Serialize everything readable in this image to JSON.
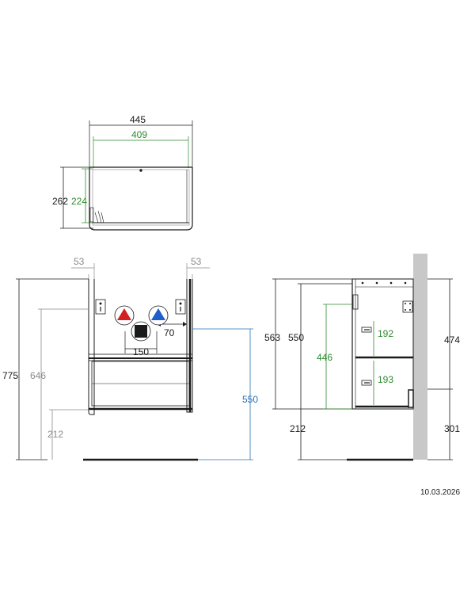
{
  "top_view": {
    "overall_width": "445",
    "inner_width": "409",
    "overall_depth": "262",
    "inner_depth": "224"
  },
  "front_view": {
    "wall_offset_left": "53",
    "wall_offset_right": "53",
    "total_height": "775",
    "inner_height": "646",
    "floor_clearance": "212",
    "siphon_width": "150",
    "siphon_offset": "70",
    "recommended_height": "550"
  },
  "side_view": {
    "body_height_outer": "563",
    "body_height_inner": "550",
    "drawer_inner_height": "446",
    "upper_drawer_height": "192",
    "lower_drawer_height": "193",
    "floor_clearance": "212",
    "wall_upper": "474",
    "wall_lower": "301"
  },
  "colors": {
    "line": "#1a1a1a",
    "green": "#2e8b2e",
    "gray": "#8a8a8a",
    "blue": "#2a73b8",
    "hot": "#d32020",
    "cold": "#1e5fc8",
    "wall": "#c8c8c8"
  },
  "icons": {
    "hot": "hot-water-triangle-icon",
    "cold": "cold-water-triangle-icon",
    "drain": "drain-square-icon"
  },
  "footer": {
    "date": "10.03.2026"
  }
}
